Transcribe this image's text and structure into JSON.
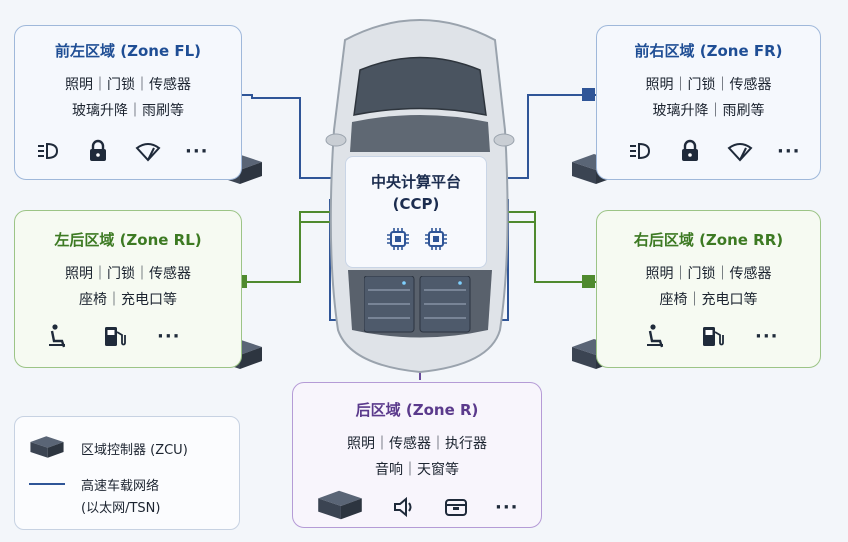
{
  "zones": {
    "fl": {
      "title": "前左区域 (Zone FL)",
      "line1": "照明｜门锁｜传感器",
      "line2": "玻璃升降｜雨刷等"
    },
    "fr": {
      "title": "前右区域 (Zone FR)",
      "line1": "照明｜门锁｜传感器",
      "line2": "玻璃升降｜雨刷等"
    },
    "rl": {
      "title": "左后区域 (Zone RL)",
      "line1": "照明｜门锁｜传感器",
      "line2": "座椅｜充电口等"
    },
    "rr": {
      "title": "右后区域 (Zone RR)",
      "line1": "照明｜门锁｜传感器",
      "line2": "座椅｜充电口等"
    },
    "r": {
      "title": "后区域 (Zone R)",
      "line1": "照明｜传感器｜执行器",
      "line2": "音响｜天窗等"
    }
  },
  "ccp": {
    "title_line1": "中央计算平台",
    "title_line2": "(CCP)"
  },
  "legend": {
    "zcu_label": "区域控制器 (ZCU)",
    "network_line1": "高速车载网络",
    "network_line2": "(以太网/TSN)"
  },
  "ellipsis": "···",
  "icons": {
    "front": [
      "headlight-icon",
      "lock-icon",
      "wiper-icon",
      "more-icon"
    ],
    "rear_side": [
      "seat-icon",
      "charging-icon",
      "more-icon"
    ],
    "rear": [
      "speaker-icon",
      "sunroof-icon",
      "more-icon"
    ]
  },
  "colors": {
    "blue_line": "#2f5597",
    "green_line": "#4f8a2e",
    "purple_line": "#6a4c9c",
    "car_body": "#dde1e6"
  }
}
